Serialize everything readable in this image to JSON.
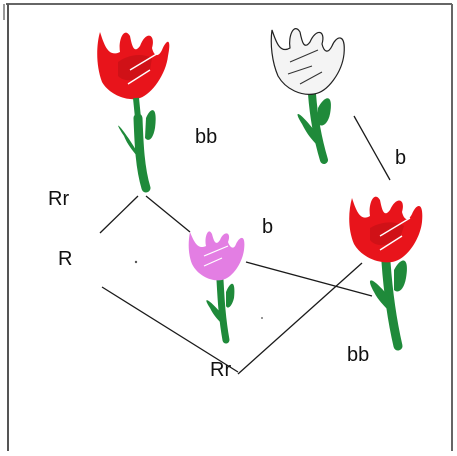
{
  "labels": {
    "bb_top": "bb",
    "b_right": "b",
    "rr_left": "Rr",
    "r_left": "R",
    "b_center": "b",
    "bb_bottom": "bb",
    "rr_bottom": "Rr"
  },
  "colors": {
    "red_flower": "#e8141b",
    "red_shadow": "#a80d12",
    "white_flower": "#f4f4f4",
    "pink_flower": "#e37ee3",
    "pink_shadow": "#b84fb8",
    "stem_green": "#1f8a3a",
    "line": "#1a1a1a",
    "frame": "#555555"
  },
  "flowers": [
    {
      "name": "red-parent-top-left",
      "color": "red"
    },
    {
      "name": "white-parent-top-right",
      "color": "white"
    },
    {
      "name": "pink-offspring-center",
      "color": "pink"
    },
    {
      "name": "red-offspring-right",
      "color": "red"
    }
  ]
}
